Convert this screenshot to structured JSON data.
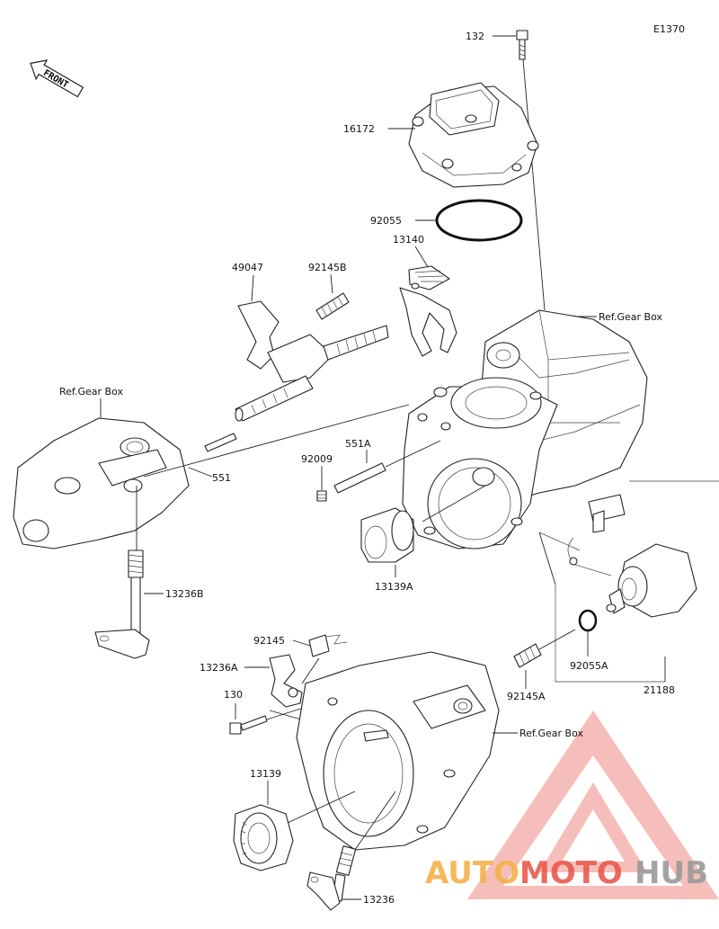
{
  "diagram_code": "E1370",
  "front_label": "FRONT",
  "parts": {
    "p132": "132",
    "p16172": "16172",
    "p92055": "92055",
    "p13140": "13140",
    "p49047": "49047",
    "p92145B": "92145B",
    "ref_gear_box_right": "Ref.Gear Box",
    "ref_gear_box_left": "Ref.Gear Box",
    "p551": "551",
    "p551A": "551A",
    "p92009": "92009",
    "p13139A": "13139A",
    "p13236B": "13236B",
    "p92145": "92145",
    "p13236A": "13236A",
    "p130": "130",
    "p92145A": "92145A",
    "p92055A": "92055A",
    "p21188": "21188",
    "ref_gear_box_bottom": "Ref.Gear Box",
    "p13139": "13139",
    "p13236": "13236"
  },
  "watermark": {
    "part1": "AUTO",
    "part2": "MOTO",
    "part3": "HUB",
    "color_orange": "#f3b24a",
    "color_red": "#e85a4f",
    "color_gray": "#9a9a9a"
  }
}
